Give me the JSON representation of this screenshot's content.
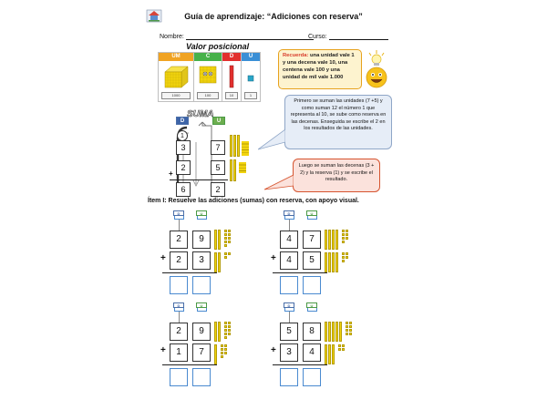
{
  "header": {
    "title": "Guía de aprendizaje: “Adiciones con reserva”",
    "nombre_label": "Nombre:",
    "curso_label": "Curso:"
  },
  "valor_posicional": {
    "title": "Valor posicional",
    "columns": [
      {
        "head": "UM",
        "color": "#f0a323",
        "caption": "1000"
      },
      {
        "head": "C",
        "color": "#47b14a",
        "caption": "100"
      },
      {
        "head": "D",
        "color": "#e2302e",
        "caption": "10"
      },
      {
        "head": "U",
        "color": "#3a8fd6",
        "caption": "1"
      }
    ]
  },
  "recuerda": {
    "label": "Recuerda:",
    "text": "una unidad vale 1 y una decena vale 10, una centena vale 100 y una unidad de mil vale 1.000"
  },
  "example": {
    "suma_label": "SUMA",
    "tag_d": "D",
    "tag_u": "U",
    "carry": "1",
    "row1": [
      "3",
      "7"
    ],
    "row2": [
      "2",
      "5"
    ],
    "result": [
      "6",
      "2"
    ],
    "plus": "+"
  },
  "callouts": {
    "first": "Primero se suman las unidades (7 +5) y como suman 12 el número 1 que representa al 10, se sube como reserva en las decenas. Enseguida se escribe el 2 en los resultados de las unidades.",
    "second": "Luego se suman las decenas (3 + 2) y la reserva (1) y se escribe el resultado."
  },
  "item": {
    "label": "Ítem I: Resuelve las adiciones (sumas) con reserva, con apoyo visual."
  },
  "exercises": [
    {
      "top": [
        "2",
        "9"
      ],
      "bottom": [
        "2",
        "3"
      ]
    },
    {
      "top": [
        "4",
        "7"
      ],
      "bottom": [
        "4",
        "5"
      ]
    },
    {
      "top": [
        "2",
        "9"
      ],
      "bottom": [
        "1",
        "7"
      ]
    },
    {
      "top": [
        "5",
        "8"
      ],
      "bottom": [
        "3",
        "4"
      ]
    }
  ],
  "exercise_tags": {
    "d": "D",
    "u": "U",
    "plus": "+"
  }
}
